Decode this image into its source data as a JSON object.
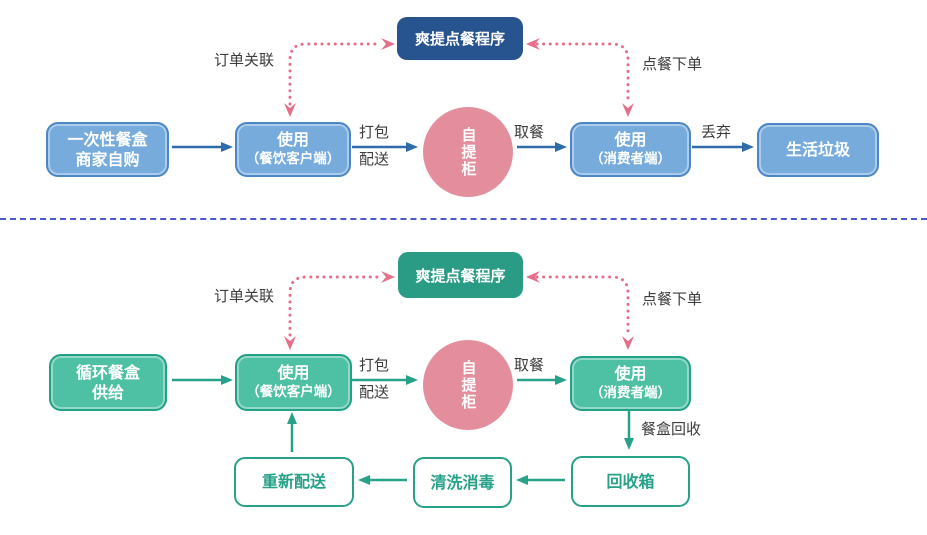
{
  "palette": {
    "blue_fill": "#76ABDB",
    "blue_border": "#4B87C6",
    "navy": "#27538E",
    "green_fill": "#4EC0A3",
    "green_border": "#21A186",
    "teal": "#2A9C85",
    "pink": "#E38D9D",
    "arrow_blue": "#2E6BA8",
    "arrow_green": "#28A189",
    "dash_pink": "#E56F88",
    "divider": "#4A5ACD",
    "label": "#3C3C3C"
  },
  "top": {
    "program": "爽提点餐程序",
    "order_link": "订单关联",
    "order_place": "点餐下单",
    "supply_line1": "一次性餐盒",
    "supply_line2": "商家自购",
    "merchant_line1": "使用",
    "merchant_line2": "（餐饮客户端）",
    "pack": "打包",
    "deliver": "配送",
    "cabinet": "自提柜",
    "pickup": "取餐",
    "consumer_line1": "使用",
    "consumer_line2": "（消费者端）",
    "discard": "丢弃",
    "waste": "生活垃圾"
  },
  "bottom": {
    "program": "爽提点餐程序",
    "order_link": "订单关联",
    "order_place": "点餐下单",
    "supply_line1": "循环餐盒",
    "supply_line2": "供给",
    "merchant_line1": "使用",
    "merchant_line2": "（餐饮客户端）",
    "pack": "打包",
    "deliver": "配送",
    "cabinet": "自提柜",
    "pickup": "取餐",
    "consumer_line1": "使用",
    "consumer_line2": "（消费者端）",
    "recycle": "餐盒回收",
    "bin": "回收箱",
    "clean": "清洗消毒",
    "redeliver": "重新配送"
  }
}
